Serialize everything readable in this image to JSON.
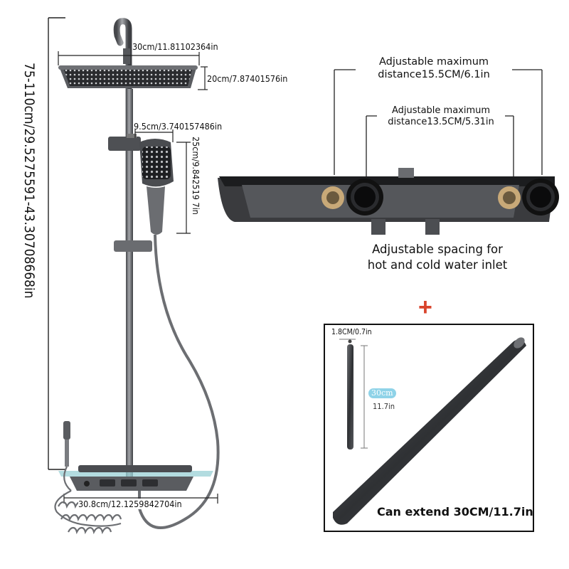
{
  "shower": {
    "total_height": "75-110cm/29.5275591-43.30708668in",
    "head_width": "30cm/11.81102364in",
    "head_depth": "20cm/7.87401576in",
    "handheld_width": "9.5cm/3.740157486in",
    "handheld_length": "25cm/9.842519 7in",
    "shelf_width": "30.8cm/12.1259842704in"
  },
  "valve_detail": {
    "outer_distance": [
      "Adjustable maximum",
      "distance15.5CM/6.1in"
    ],
    "inner_distance": [
      "Adjustable maximum",
      "distance13.5CM/5.31in"
    ],
    "caption": [
      "Adjustable spacing for",
      "hot and cold water inlet"
    ]
  },
  "plus_symbol": "+",
  "extension": {
    "diameter": "1.8CM/0.7in",
    "length_badge": "30cm",
    "length_in": "11.7in",
    "caption": "Can extend 30CM/11.7in"
  },
  "colors": {
    "plus": "#d9442c",
    "metal": "#5a5c60",
    "badge": "#8fd3e8",
    "glass": "#9ad0d6"
  }
}
